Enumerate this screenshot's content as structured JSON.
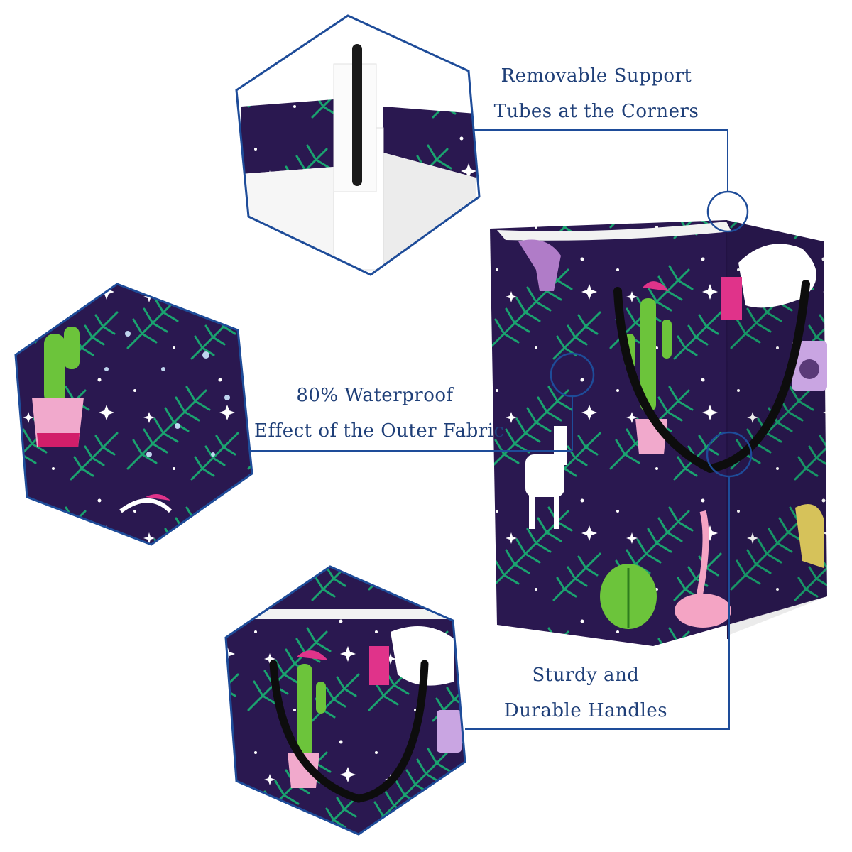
{
  "features": {
    "tubes": {
      "line1": "Removable Support",
      "line2": "Tubes at the Corners"
    },
    "waterproof": {
      "line1": "80% Waterproof",
      "line2": "Effect of the Outer Fabric"
    },
    "handles": {
      "line1": "Sturdy and",
      "line2": "Durable Handles"
    }
  },
  "colors": {
    "frame_blue": "#1e4c99",
    "fabric_navy": "#2a1850",
    "leaf_green": "#1aa36f",
    "cactus_green": "#6cc43b",
    "pink": "#e0338a",
    "text_blue": "#1f3f78"
  }
}
